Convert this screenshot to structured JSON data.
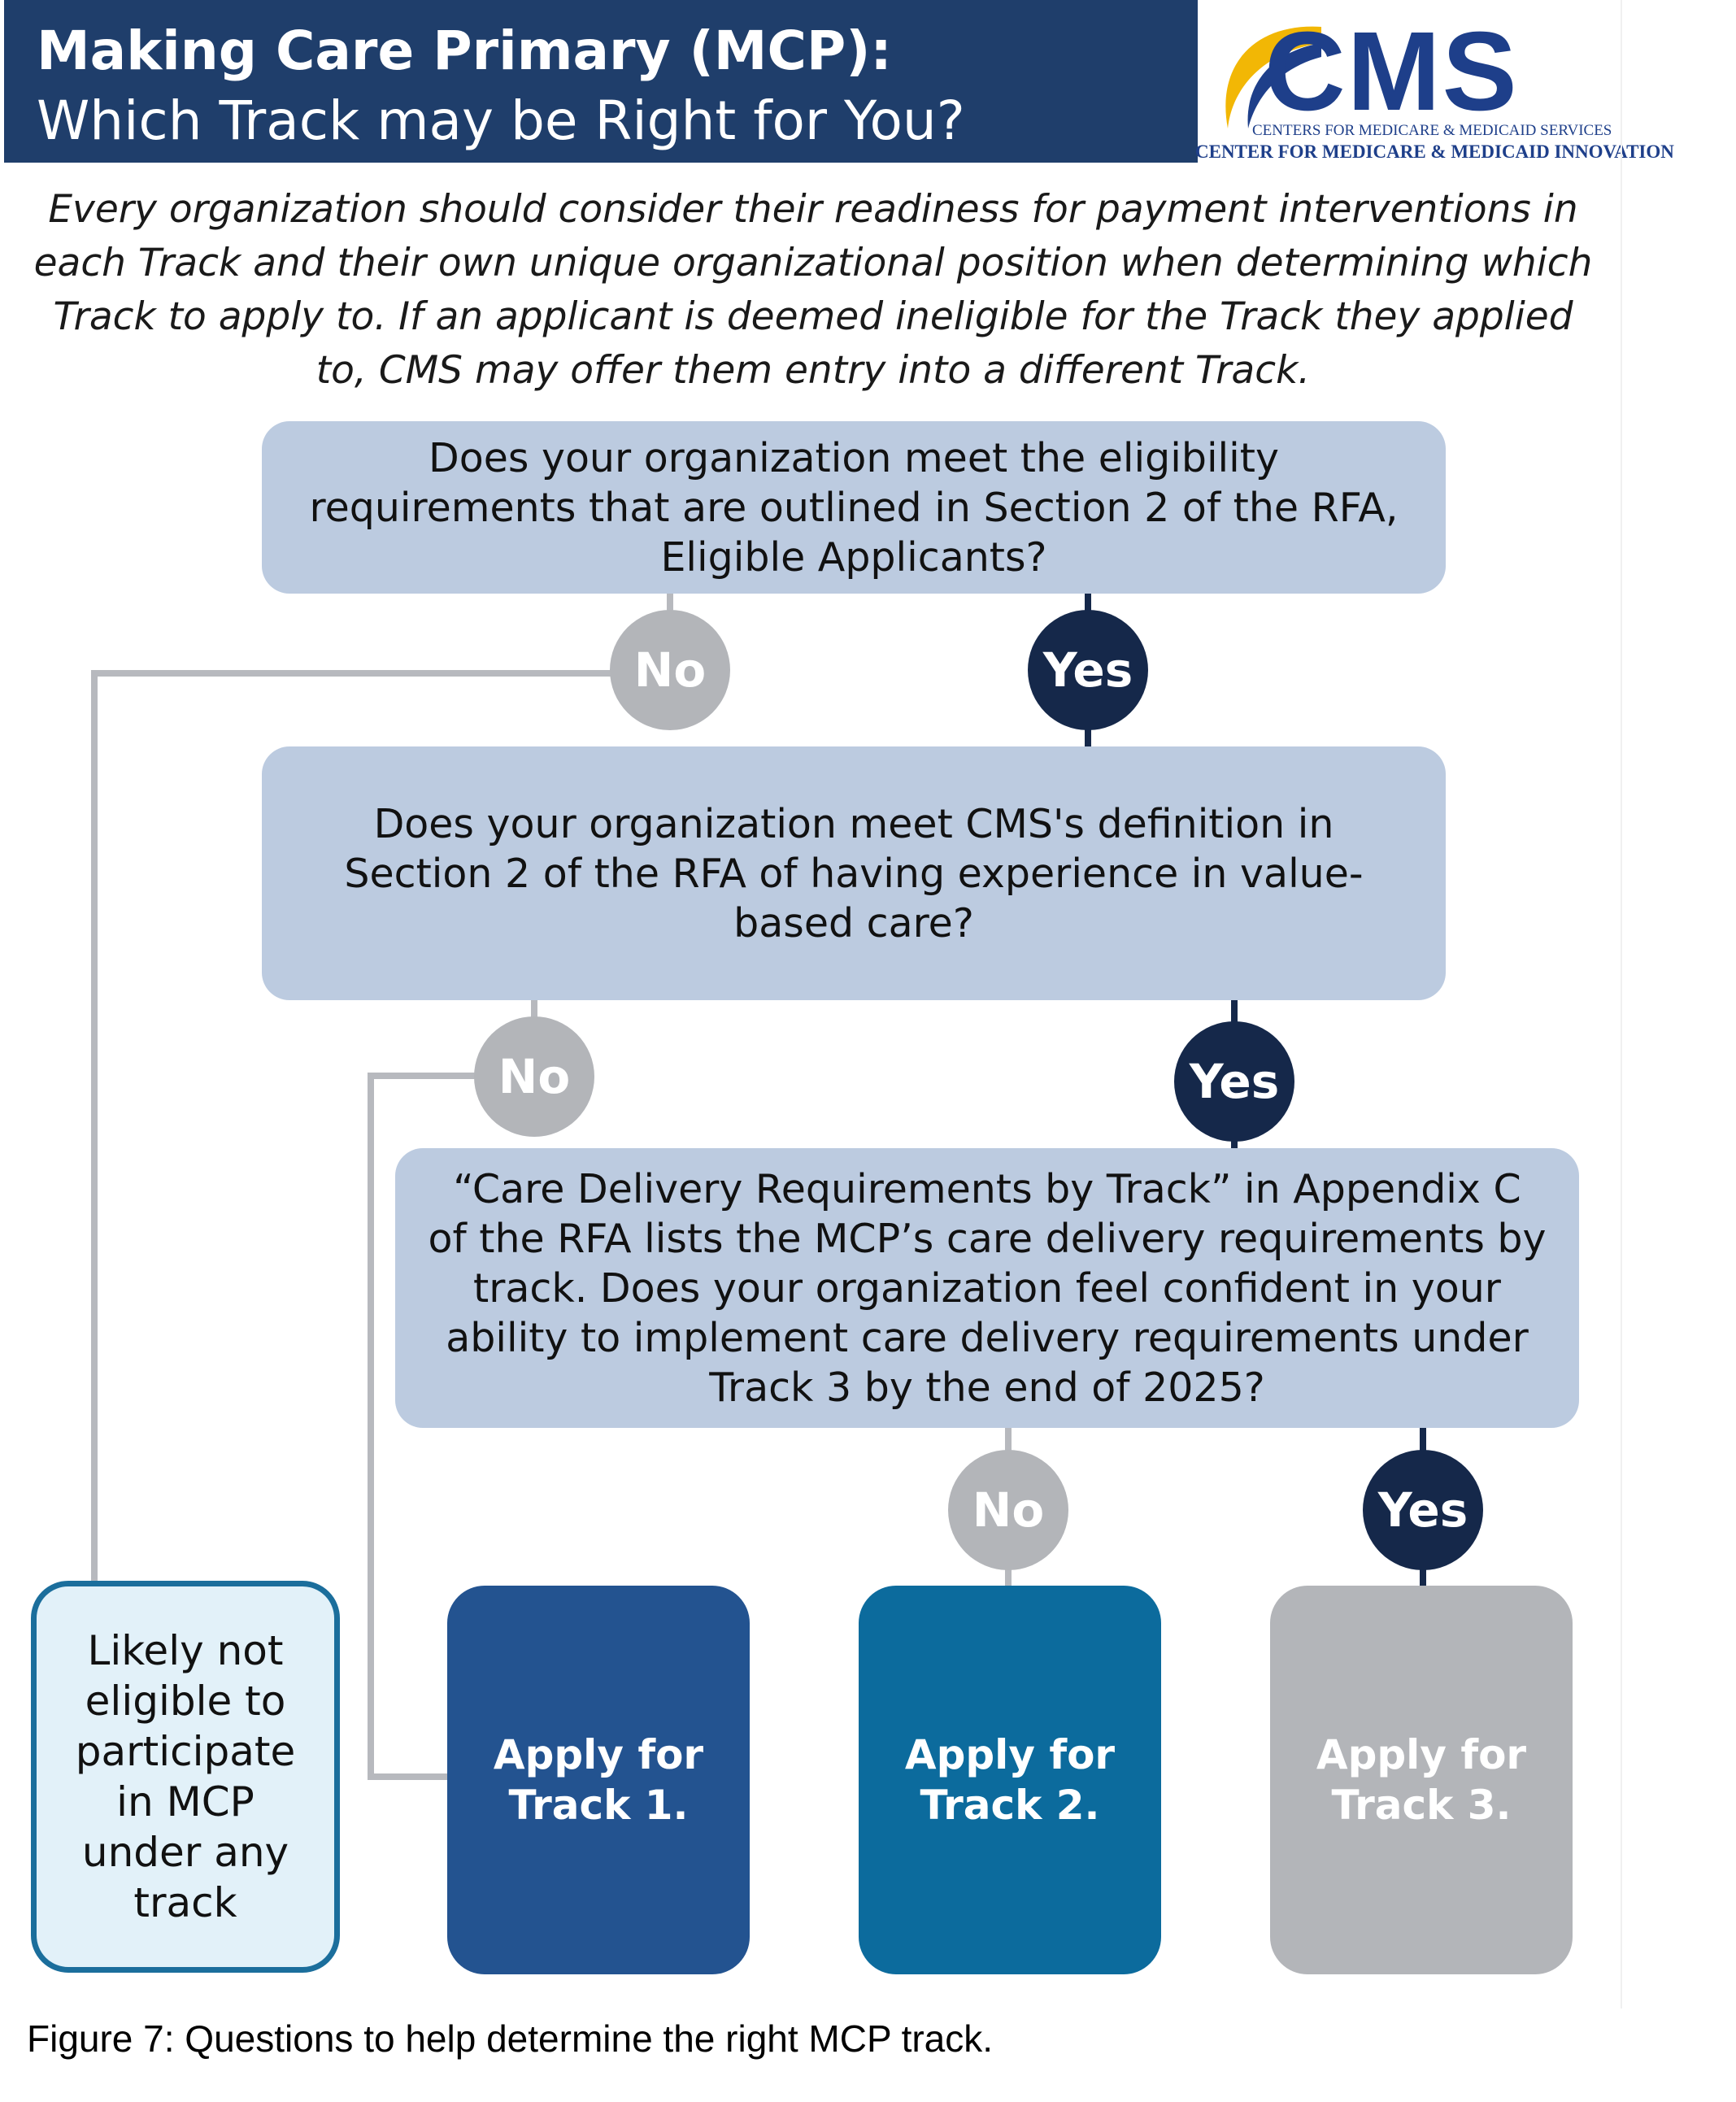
{
  "header": {
    "title_line1": "Making Care Primary (MCP):",
    "title_line2": "Which Track may be Right for You?"
  },
  "logo": {
    "wordmark": "CMS",
    "sub1": "CENTERS FOR MEDICARE & MEDICAID SERVICES",
    "sub2": "CENTER FOR MEDICARE & MEDICAID INNOVATION",
    "color": "#1e3f8a",
    "swoosh_color": "#f2b705"
  },
  "intro": "Every organization should consider their readiness for payment interventions in each Track and their own unique organizational position when determining which Track to apply to. If an applicant is deemed ineligible for the Track they applied to, CMS may offer them entry into a different Track.",
  "questions": {
    "q1": "Does your organization meet the eligibility requirements that are outlined in Section 2 of the RFA, Eligible Applicants?",
    "q2": "Does your organization meet CMS's definition in Section 2 of the RFA of having experience in value-based care?",
    "q3": "“Care Delivery Requirements by Track” in Appendix C of the RFA lists the MCP’s care delivery requirements by track. Does your organization feel confident in your ability to implement care delivery requirements under Track 3 by the end of 2025?"
  },
  "answers": {
    "no": "No",
    "yes": "Yes"
  },
  "outcomes": {
    "not_eligible": "Likely not eligible to participate in MCP under any track",
    "track1": "Apply for Track 1.",
    "track2": "Apply for Track 2.",
    "track3": "Apply for Track 3."
  },
  "caption": "Figure 7: Questions to help determine the right MCP track.",
  "colors": {
    "header_bg": "#1f3e6b",
    "question_bg": "#bccbe0",
    "no_circle": "#b3b5b9",
    "yes_circle": "#15284a",
    "track1": "#235390",
    "track2": "#0c6b9d",
    "track3": "#b3b5b9",
    "not_eligible_border": "#1b6e9c",
    "not_eligible_bg": "#e2f1f9"
  }
}
